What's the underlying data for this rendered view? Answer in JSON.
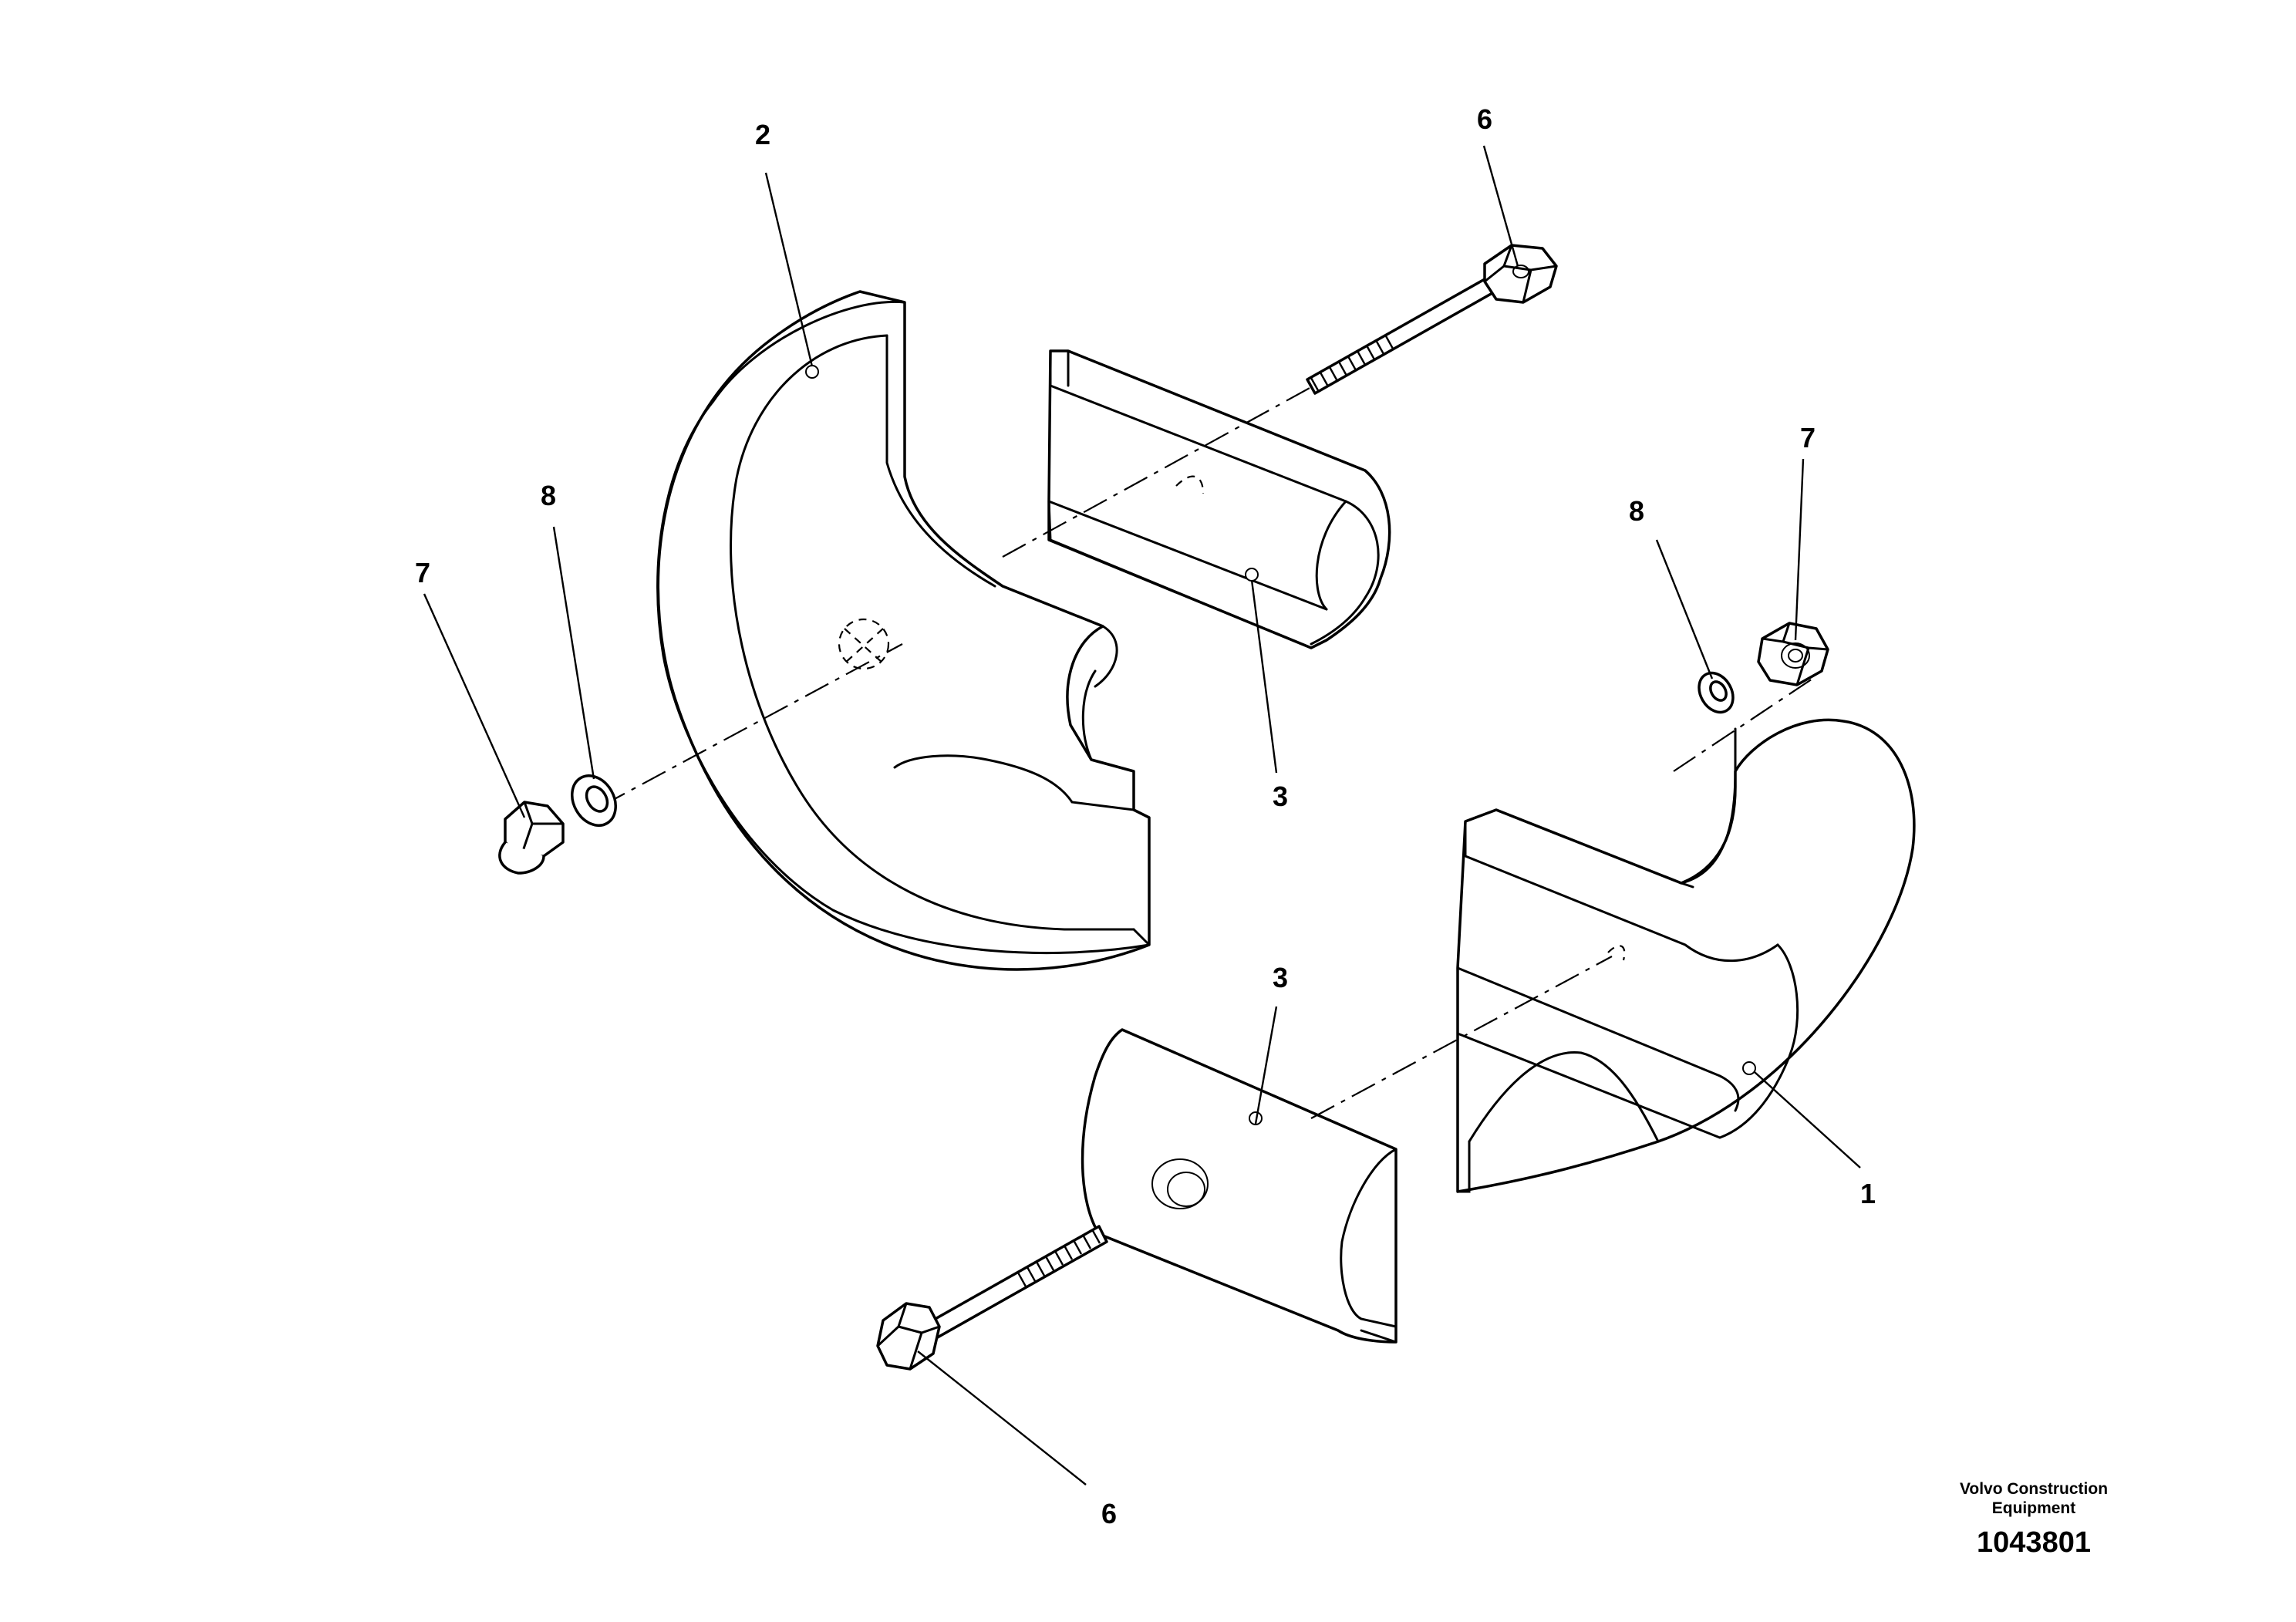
{
  "callouts": {
    "c1": "1",
    "c2": "2",
    "c3a": "3",
    "c3b": "3",
    "c6a": "6",
    "c6b": "6",
    "c7a": "7",
    "c7b": "7",
    "c8a": "8",
    "c8b": "8"
  },
  "footer": {
    "company_line1": "Volvo Construction",
    "company_line2": "Equipment",
    "drawing_number": "1043801"
  }
}
